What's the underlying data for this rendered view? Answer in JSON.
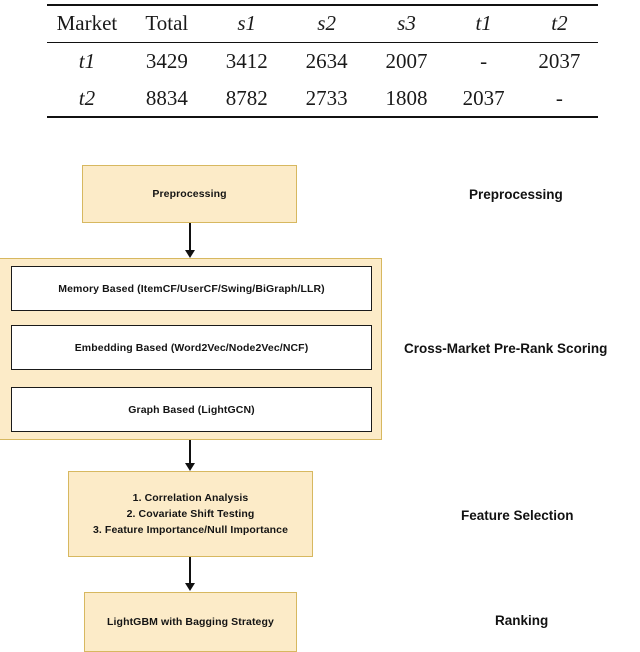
{
  "table": {
    "columns": [
      "Market",
      "Total",
      "s1",
      "s2",
      "s3",
      "t1",
      "t2"
    ],
    "rows": [
      {
        "market": "t1",
        "total": "3429",
        "s1": "3412",
        "s2": "2634",
        "s3": "2007",
        "t1": "-",
        "t2": "2037"
      },
      {
        "market": "t2",
        "total": "8834",
        "s1": "8782",
        "s2": "2733",
        "s3": "1808",
        "t1": "2037",
        "t2": "-"
      }
    ]
  },
  "flowchart": {
    "preprocessing_box": "Preprocessing",
    "scoring_boxes": [
      "Memory Based (ItemCF/UserCF/Swing/BiGraph/LLR)",
      "Embedding Based (Word2Vec/Node2Vec/NCF)",
      "Graph Based (LightGCN)"
    ],
    "feature_lines": [
      "1. Correlation Analysis",
      "2. Covariate Shift Testing",
      "3. Feature Importance/Null Importance"
    ],
    "ranking_box": "LightGBM with Bagging Strategy",
    "stage_labels": {
      "preprocessing": "Preprocessing",
      "scoring": "Cross-Market Pre-Rank Scoring",
      "feature": "Feature Selection",
      "ranking": "Ranking"
    }
  },
  "colors": {
    "box_fill": "#FCEBC8",
    "box_border": "#D7B860",
    "inner_box_fill": "#FFFFFF",
    "inner_box_border": "#1A1A1A",
    "text": "#141414",
    "rule": "#111111"
  }
}
